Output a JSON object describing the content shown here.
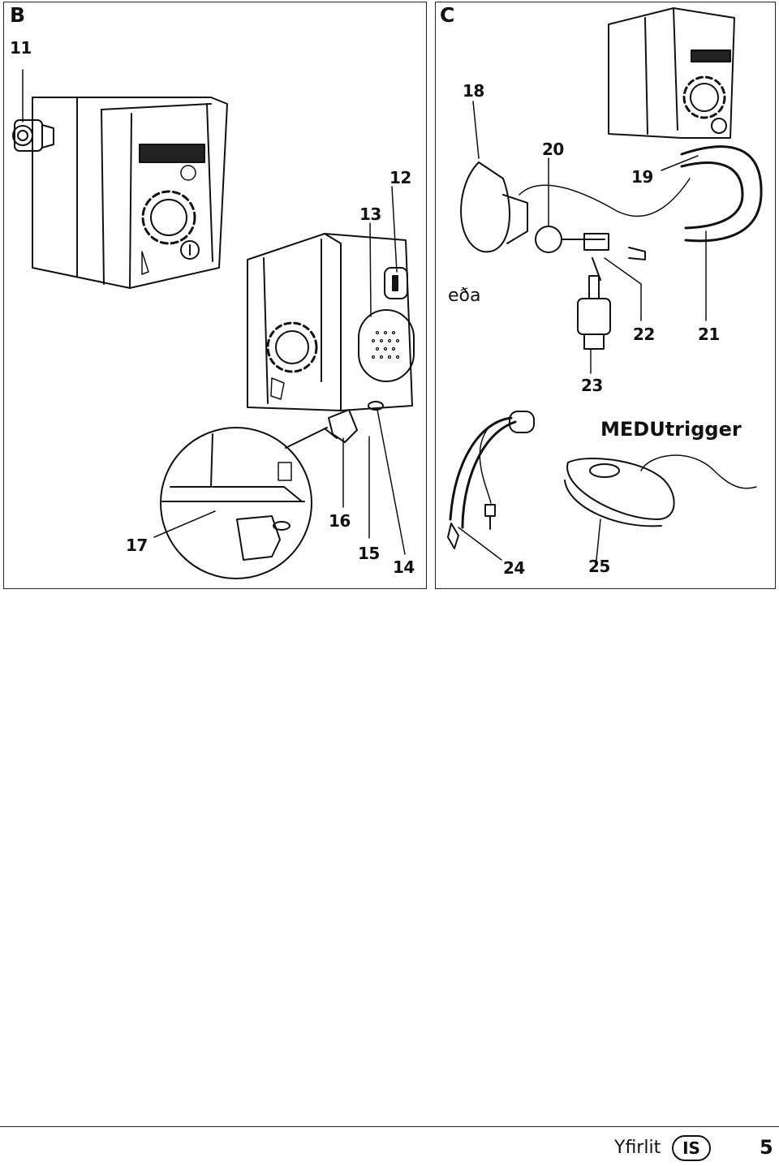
{
  "panels": {
    "b": {
      "letter": "B"
    },
    "c": {
      "letter": "C"
    }
  },
  "callouts_b": [
    "11",
    "12",
    "13",
    "14",
    "15",
    "16",
    "17"
  ],
  "callouts_c": [
    "18",
    "19",
    "20",
    "21",
    "22",
    "23",
    "24",
    "25"
  ],
  "text": {
    "or": "eða",
    "product": "MEDUtrigger"
  },
  "footer": {
    "section": "Yfirlit",
    "language": "IS",
    "page": "5"
  }
}
